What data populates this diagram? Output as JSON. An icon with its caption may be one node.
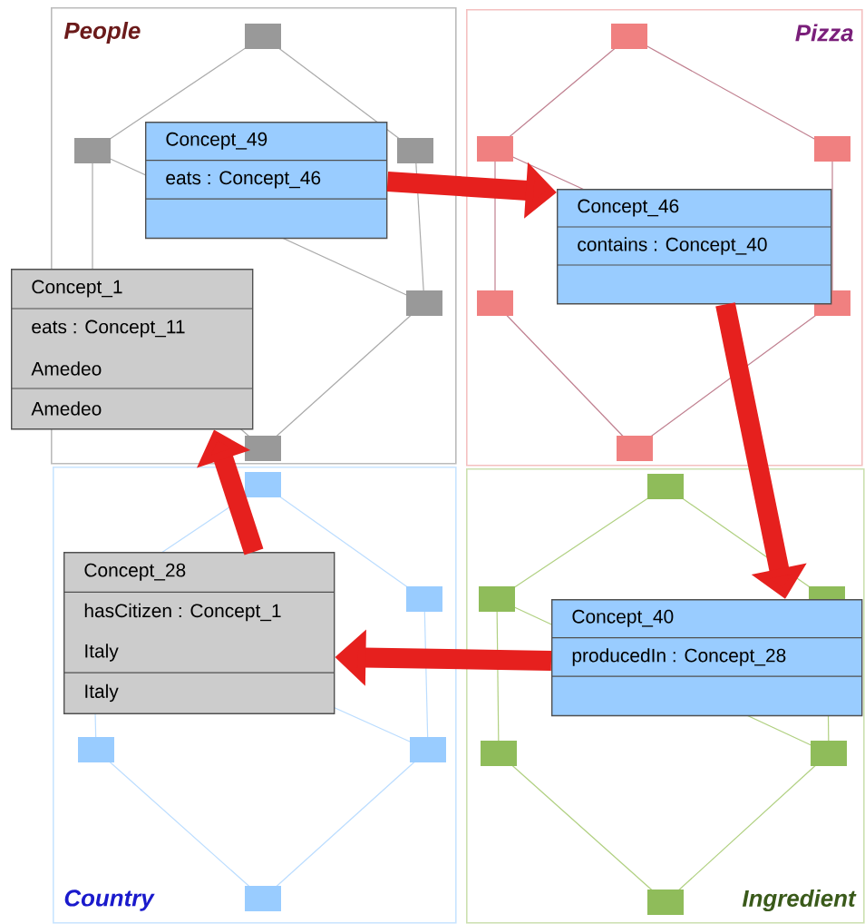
{
  "diagram": {
    "nodes": [
      {
        "text": [
          "People"
        ]
      },
      {
        "text": [
          "Concept_49",
          "eats : Concept_46"
        ],
        "in": 0
      },
      {
        "text": [
          "Concept_1",
          "eats : Concept_11",
          "Amedeo",
          "Amedeo"
        ]
      },
      {
        "text": [
          "Pizza"
        ]
      },
      {
        "text": [
          "Concept_46",
          "contains : Concept_40"
        ],
        "in": 3
      },
      {
        "text": [
          "Country"
        ]
      },
      {
        "text": [
          "Concept_28",
          "hasCitizen : Concept_1",
          "Italy",
          "Italy"
        ],
        "in": 5
      },
      {
        "text": [
          "Ingredient"
        ]
      },
      {
        "text": [
          "Concept_40",
          "producedIn : Concept_28"
        ],
        "in": 7
      }
    ],
    "edges": [
      {
        "from": 1,
        "to": 4,
        "arrow": "to"
      },
      {
        "from": 4,
        "to": 8,
        "arrow": "to"
      },
      {
        "from": 8,
        "to": 6,
        "arrow": "to"
      },
      {
        "from": 6,
        "to": 2,
        "arrow": "to"
      }
    ]
  }
}
